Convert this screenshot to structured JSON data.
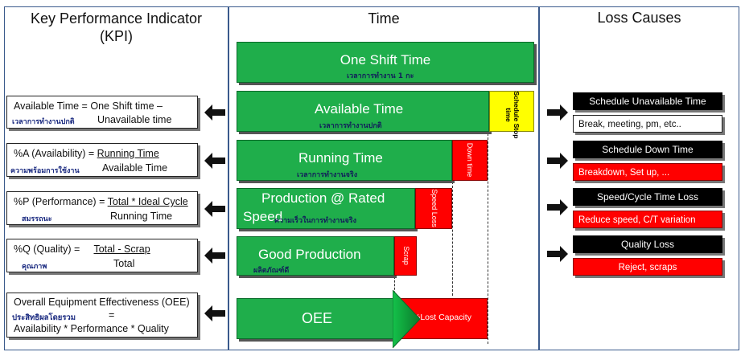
{
  "headers": {
    "kpi_line1": "Key Performance Indicator",
    "kpi_line2": "(KPI)",
    "time": "Time",
    "loss": "Loss Causes"
  },
  "kpi": {
    "available": {
      "name": "Available Time",
      "eq": "=",
      "formula1": "One Shift time –",
      "thai": "เวลาการทำงานปกติ",
      "formula2": "Unavailable time"
    },
    "availability": {
      "name": "%A (Availability)",
      "eq": "=",
      "formula1": "Running Time",
      "thai": "ความพร้อมการใช้งาน",
      "formula2": "Available Time"
    },
    "performance": {
      "name": "%P (Performance)",
      "eq": "=",
      "formula1": "Total * Ideal Cycle",
      "thai": "สมรรถนะ",
      "formula2": "Running Time"
    },
    "quality": {
      "name": "%Q (Quality)",
      "eq": "=",
      "formula1": "Total - Scrap",
      "thai": "คุณภาพ",
      "formula2": "Total"
    },
    "oee": {
      "name": "Overall Equipment Effectiveness (OEE)",
      "thai": "ประสิทธิผลโดยรวม",
      "eq": "=",
      "formula": "Availability * Performance * Quality"
    }
  },
  "time_bars": {
    "shift": {
      "label": "One Shift Time",
      "thai": "เวลาการทำงาน 1 กะ"
    },
    "available": {
      "label": "Available Time",
      "thai": "เวลาการทำงานปกติ",
      "loss": "Schedule Stop time"
    },
    "running": {
      "label": "Running Time",
      "thai": "เวลาการทำงานจริง",
      "loss": "Down time"
    },
    "production": {
      "label1": "Production @ Rated",
      "label2": "Speed",
      "thai": "ความเร็วในการทำงานจริง",
      "loss": "Speed Loss"
    },
    "good": {
      "label": "Good Production",
      "thai": "ผลิตภัณฑ์ดี",
      "loss": "Scrap"
    },
    "oee": {
      "label": "OEE",
      "loss": "%Lost Capacity"
    }
  },
  "loss_causes": [
    {
      "title": "Schedule Unavailable Time",
      "detail": "Break, meeting, pm, etc..",
      "detail_style": "white"
    },
    {
      "title": "Schedule Down Time",
      "detail": "Breakdown, Set up, ...",
      "detail_style": "red"
    },
    {
      "title": "Speed/Cycle Time Loss",
      "detail": "Reduce speed, C/T variation",
      "detail_style": "red"
    },
    {
      "title": "Quality Loss",
      "detail": "Reject, scraps",
      "detail_style": "red"
    }
  ],
  "colors": {
    "green": "#1fae4b",
    "red": "#ff0000",
    "yellow": "#ffff00",
    "black": "#000000",
    "navy_text": "#1a2a80"
  }
}
